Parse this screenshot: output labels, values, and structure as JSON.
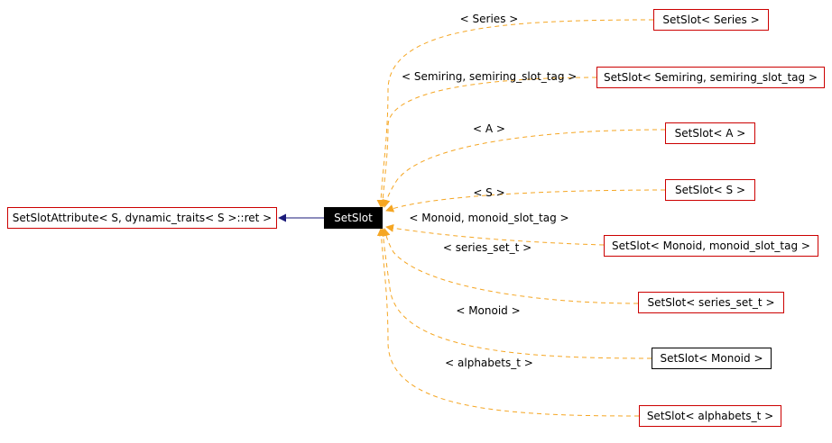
{
  "colors": {
    "template_edge": "#f5a623",
    "inherit_edge": "#1a1a7a",
    "node_border": "#cc0000"
  },
  "nodes": {
    "base": "SetSlotAttribute< S, dynamic_traits< S >::ret >",
    "current": "SetSlot",
    "series": "SetSlot< Series >",
    "semiring": "SetSlot< Semiring, semiring_slot_tag >",
    "a": "SetSlot< A >",
    "s": "SetSlot< S >",
    "monoid_tag": "SetSlot< Monoid, monoid_slot_tag >",
    "series_set": "SetSlot< series_set_t >",
    "monoid": "SetSlot< Monoid >",
    "alphabets": "SetSlot< alphabets_t >"
  },
  "edge_labels": {
    "series": "< Series >",
    "semiring": "< Semiring, semiring_slot_tag >",
    "a": "< A >",
    "s": "< S >",
    "monoid_tag": "< Monoid, monoid_slot_tag >",
    "series_set": "< series_set_t >",
    "monoid": "< Monoid >",
    "alphabets": "< alphabets_t >"
  }
}
